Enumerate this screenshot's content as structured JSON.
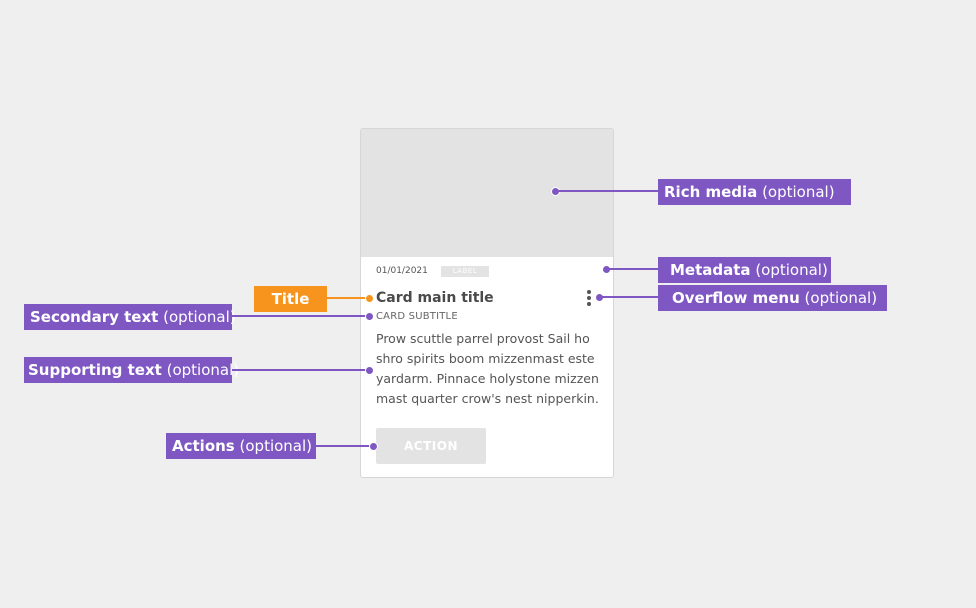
{
  "card": {
    "date": "01/01/2021",
    "label": "LABEL",
    "title": "Card main title",
    "subtitle": "CARD SUBTITLE",
    "supporting_text": "Prow scuttle parrel provost Sail ho shro spirits boom mizzenmast este yardarm. Pinnace holystone mizzen mast quarter crow's nest nipperkin.",
    "action_label": "ACTION"
  },
  "callouts": {
    "rich_media": {
      "name": "Rich media",
      "note": "(optional)"
    },
    "metadata": {
      "name": "Metadata",
      "note": "(optional)"
    },
    "overflow_menu": {
      "name": "Overflow menu",
      "note": "(optional)"
    },
    "title": {
      "name": "Title"
    },
    "secondary_text": {
      "name": "Secondary text",
      "note": "(optional)"
    },
    "supporting_text": {
      "name": "Supporting text",
      "note": "(optional)"
    },
    "actions": {
      "name": "Actions",
      "note": "(optional)"
    }
  },
  "colors": {
    "callout_purple": "#7e57c2",
    "callout_orange": "#f7941d",
    "background": "#efefef",
    "placeholder_gray": "#e3e3e3"
  }
}
